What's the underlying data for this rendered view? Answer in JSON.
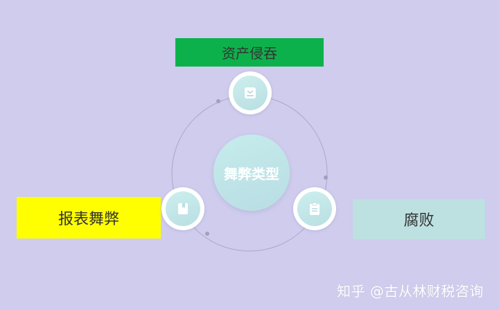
{
  "diagram": {
    "center_label": "舞弊类型",
    "nodes": [
      {
        "label": "资产侵吞",
        "icon": "storage-box-icon",
        "box_color": "#0db14b"
      },
      {
        "label": "腐败",
        "icon": "clipboard-icon",
        "box_color": "#bde0e0"
      },
      {
        "label": "报表舞弊",
        "icon": "bookmark-book-icon",
        "box_color": "#ffff00"
      }
    ]
  },
  "watermark": "知乎 @古从林财税咨询"
}
